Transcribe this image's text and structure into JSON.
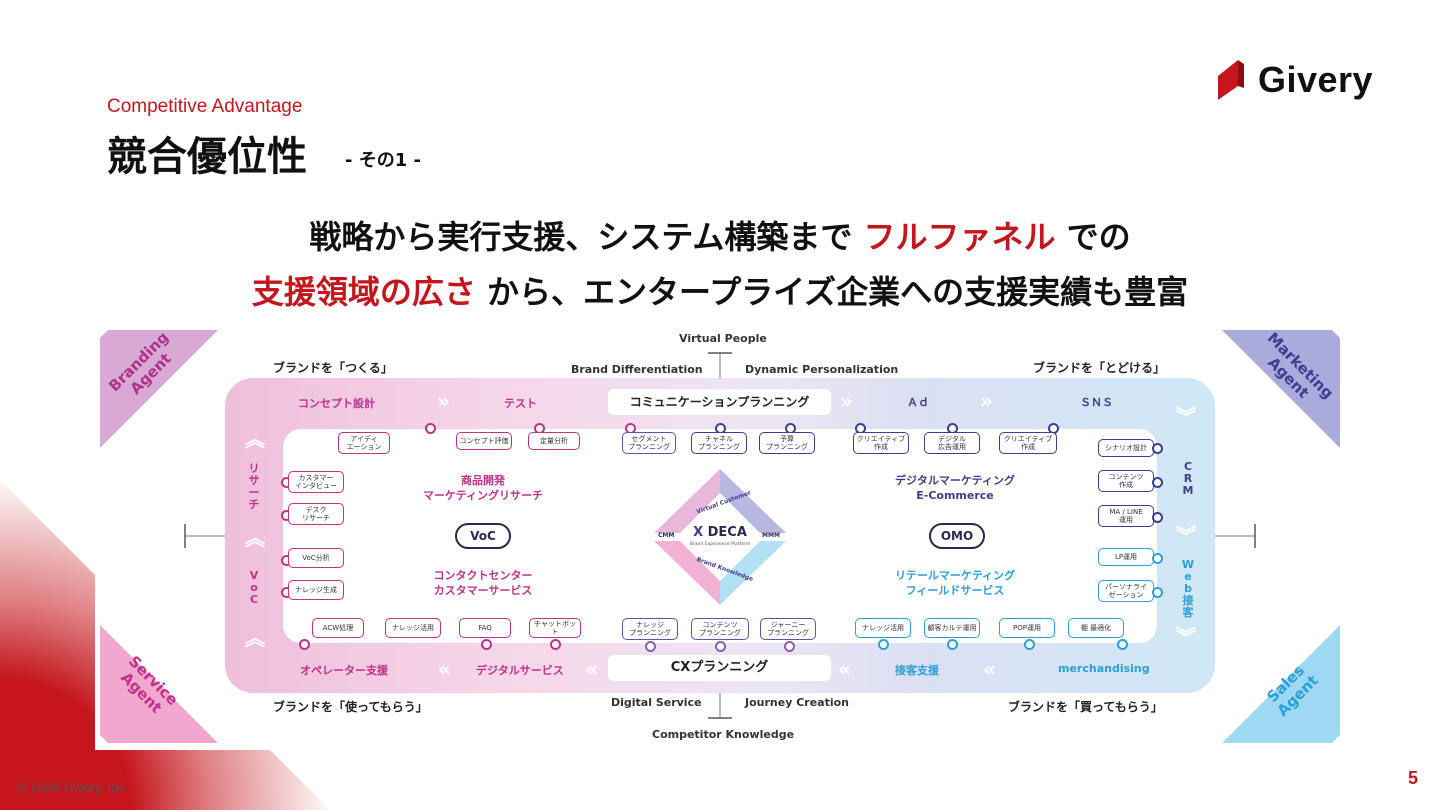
{
  "header": {
    "eyebrow": "Competitive Advantage",
    "title": "競合優位性",
    "subtitle": "- その1 -",
    "logo_text": "Givery"
  },
  "headline": {
    "line1_part1": "戦略から実行支援、システム構築まで ",
    "line1_red": "フルファネル",
    "line1_part2": " での",
    "line2_red": "支援領域の広さ",
    "line2_part2": " から、エンタープライズ企業への支援実績も豊富"
  },
  "diagram": {
    "corners": {
      "top_left": "Branding\nAgent",
      "top_right": "Marketing\nAgent",
      "bottom_left": "Service\nAgent",
      "bottom_right": "Sales\nAgent"
    },
    "axes": {
      "top": "Virtual People",
      "bottom": "Competitor Knowledge",
      "top_left": "Brand Differentiation",
      "top_right": "Dynamic Personalization",
      "bottom_left": "Digital Service",
      "bottom_right": "Journey Creation"
    },
    "brand_phrases": {
      "tl": "ブランドを「つくる」",
      "tr": "ブランドを「とどける」",
      "bl": "ブランドを「使ってもらう」",
      "br": "ブランドを「買ってもらう」"
    },
    "top_stages": [
      "コンセプト設計",
      "テスト",
      "Ａｄ",
      "ＳＮＳ"
    ],
    "top_center": "コミュニケーションプランニング",
    "bottom_stages": [
      "オペレーター支援",
      "デジタルサービス",
      "接客支援",
      "merchandising"
    ],
    "bottom_center": "CXプランニング",
    "left_sides": [
      "リ\nサ\nー\nチ",
      "V\no\nC"
    ],
    "right_sides": [
      "C\nR\nM",
      "W\ne\nb\n接\n客"
    ],
    "top_boxes": [
      "アイディ\nエーション",
      "コンセプト評価",
      "定量分析",
      "セグメント\nプランニング",
      "チャネル\nプランニング",
      "予算\nプランニング",
      "クリエイティブ\n作成",
      "デジタル\n広告運用",
      "クリエイティブ\n作成"
    ],
    "bottom_boxes": [
      "ACW処理",
      "ナレッジ活用",
      "FAQ",
      "チャットボット",
      "ナレッジ\nプランニング",
      "コンテンツ\nプランニング",
      "ジャーニー\nプランニング",
      "ナレッジ活用",
      "顧客カルテ運用",
      "POP運用",
      "棚 最適化"
    ],
    "left_boxes": [
      "カスタマー\nインタビュー",
      "デスク\nリサーチ",
      "VoC分析",
      "ナレッジ生成"
    ],
    "right_boxes": [
      "シナリオ設計",
      "コンテンツ\n作成",
      "MA / LINE\n運用",
      "LP運用",
      "パーソナライ\nゼーション"
    ],
    "left_hub": {
      "node": "VoC",
      "upper": "商品開発\nマーケティングリサーチ",
      "lower": "コンタクトセンター\nカスタマーサービス"
    },
    "right_hub": {
      "node": "OMO",
      "upper": "デジタルマーケティング\nE-Commerce",
      "lower": "リテールマーケティング\nフィールドサービス"
    },
    "center": {
      "name": "DECA",
      "tagline": "Brand Experience Platform",
      "top": "Virtual Customer",
      "bottom": "Brand Knowledge",
      "left": "CMM",
      "right": "MMM"
    }
  },
  "footer": {
    "copyright": "© 2026 Givery, Inc.",
    "page": "5"
  },
  "colors": {
    "accent": "#c4161c",
    "pink": "#c0318a",
    "purple": "#3f3d8f",
    "blue": "#2b9fd9"
  }
}
